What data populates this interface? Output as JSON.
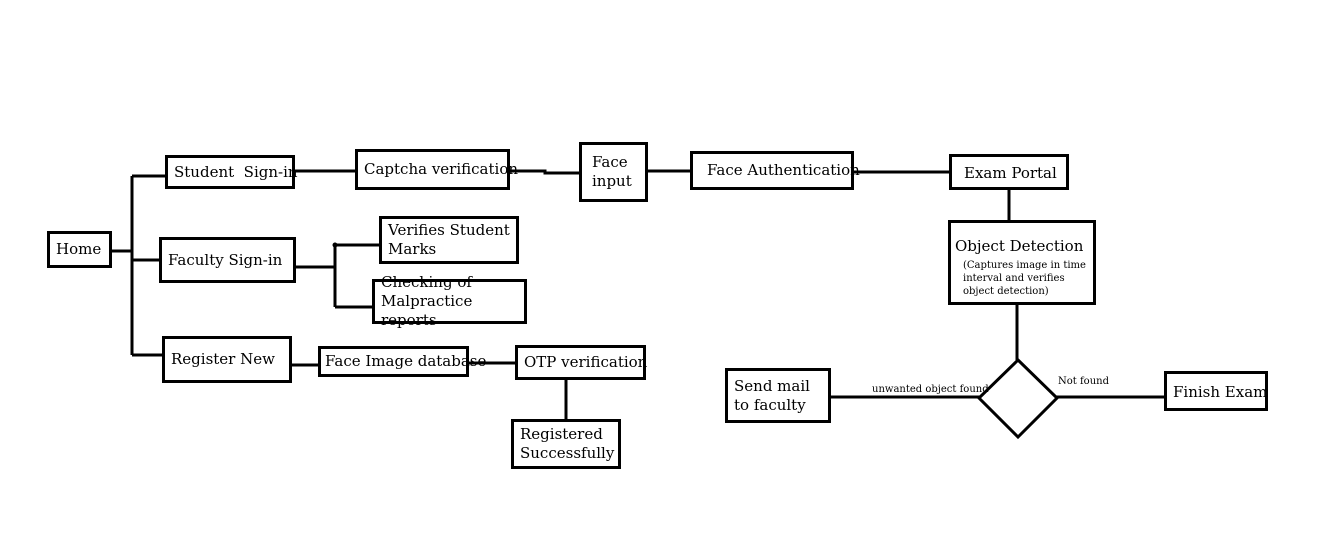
{
  "nodes": {
    "home": "Home",
    "student_signin": "Student  Sign-in",
    "faculty_signin": "Faculty Sign-in",
    "register_new": "Register New",
    "captcha": "Captcha verification",
    "face_input": "Face input",
    "face_auth": "Face Authentication",
    "exam_portal": "Exam Portal",
    "object_detection": "Object Detection",
    "object_detection_sub": "(Captures image in time interval and verifies object detection)",
    "verifies_marks": "Verifies Student Marks",
    "malpractice": "Checking of Malpractice reports",
    "face_db": "Face Image database",
    "otp": "OTP verification",
    "registered": "Registered Successfully",
    "send_mail": "Send mail to faculty",
    "finish_exam": "Finish Exam"
  },
  "edge_labels": {
    "unwanted": "unwanted object found",
    "not_found": "Not found"
  }
}
